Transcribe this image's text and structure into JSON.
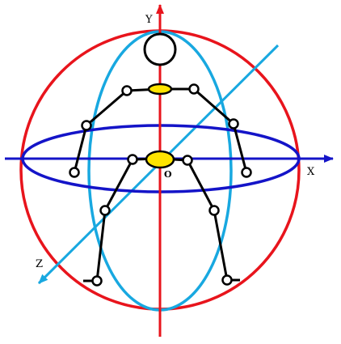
{
  "axes": {
    "x_label": "X",
    "y_label": "Y",
    "z_label": "Z",
    "origin_label": "O"
  },
  "colors": {
    "sphere_outline": "#e8141c",
    "vertical_ellipse": "#18a8e0",
    "horizontal_ellipse": "#1414c8",
    "x_axis": "#1414c8",
    "y_axis": "#e8141c",
    "z_axis": "#18a8e0",
    "skeleton_line": "#000000",
    "joint_fill": "#ffffff",
    "center_joint_fill": "#ffe400"
  }
}
